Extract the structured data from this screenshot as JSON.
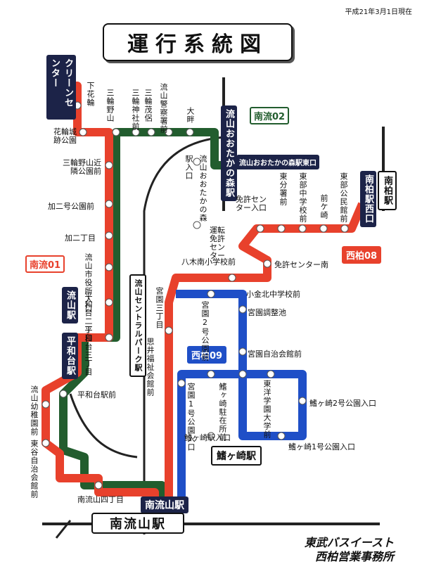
{
  "date_note": "平成21年3月1日現在",
  "title": "運行系統図",
  "routes": {
    "nagare01": "南流01",
    "nagare02": "南流02",
    "nishikashiwa08": "西柏08",
    "nishikashiwa09": "西柏09"
  },
  "colors": {
    "red": "#e8412c",
    "green": "#225d2e",
    "blue": "#1f4fc7",
    "rail": "#222222"
  },
  "stations": {
    "clean_center": "クリーンセンター",
    "nagareyama_otakanomori": "流山おおたかの森駅",
    "otakanomori_east": "流山おおたかの森駅東口",
    "minamikashiwa_west": "南柏駅西口",
    "minamikashiwa": "南柏駅",
    "nagareyama_eki": "流山駅",
    "heiwadai_eki": "平和台駅",
    "central_park": "流山セントラルパーク駅",
    "minami_nagareyama": "南流山駅",
    "sakigasaki": "鰭ヶ崎駅",
    "minami_nagareyama_big": "南流山駅"
  },
  "stops": {
    "shimohanawa": "下花輪",
    "hanawa_joseki": "花輪城跡公園",
    "miwanoyama": "三輪野山",
    "miwa_jinja": "三輪神社前",
    "miwa_mosaka": "三輪茂侶",
    "police": "流山警察署前",
    "ohguro": "大畔",
    "miwanoyama_park": "三輪野山近隣公園前",
    "kanino2_park": "加二号公園前",
    "kanino2": "加二丁目",
    "city_hall": "流山市役所入口",
    "heiwadai2": "平和台二丁目",
    "heiwadai3": "平和台三丁目",
    "yagi_minami": "八木南小学校前",
    "otakanomori_stop": "流山おおたかの森",
    "station_entrance": "駅入口",
    "license_center": "運転免許センター",
    "license_entrance": "免許センター入口",
    "higashi_bunsho": "東分署前",
    "higashibu_chu": "東部中学校前",
    "maegasaki": "前ケ崎",
    "higashibu_kominkan": "東部公民館前",
    "license_south": "免許センター南",
    "kogane_kita": "小金北中学校前",
    "miyazono3": "宮園三丁目",
    "miyazono_park2": "宮園2号公園前",
    "miyazono_chosei": "宮園調整池",
    "miyazono_jichi": "宮園自治会館前",
    "omoi_fukushi": "思井福祉会館前",
    "miyazono_park1": "宮園1号公園入口",
    "hire_chuzaisho": "鰭ヶ崎駐在所前",
    "toyo_gakuen": "東洋学園大学前",
    "hire2_park": "鰭ヶ崎2号公園入口",
    "hire_eki_iriguchi": "鰭ヶ崎駅入口",
    "hire1_park": "鰭ヶ崎1号公園入口",
    "heiwadai_ekimae": "平和台駅前",
    "yoichien": "流山幼稚園前",
    "higashiya_jichi": "東谷自治会館前",
    "minami_yonchome": "南流山四丁目"
  },
  "company": {
    "line1": "東武バスイースト",
    "line2": "西柏営業事務所"
  }
}
